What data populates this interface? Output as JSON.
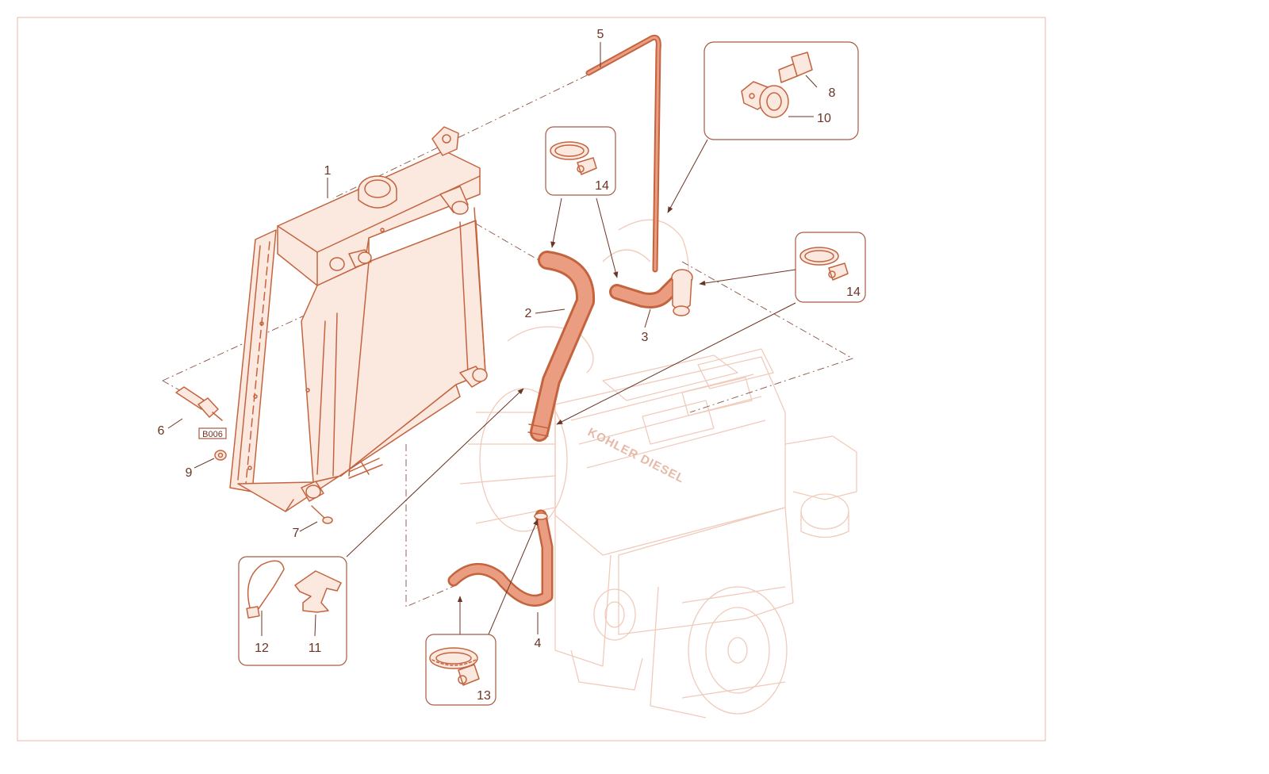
{
  "labels": {
    "p1": "1",
    "p2": "2",
    "p3": "3",
    "p4": "4",
    "p5": "5",
    "p6": "6",
    "p7": "7",
    "p8": "8",
    "p9": "9",
    "p10": "10",
    "p11": "11",
    "p12": "12",
    "p13": "13",
    "p14a": "14",
    "p14b": "14"
  },
  "sensor_code": "B006",
  "engine_brand": "KOHLER DIESEL",
  "colors": {
    "part_line": "#c4643f",
    "label_text": "#6a3524",
    "ghost_engine": "#f0cbbb",
    "frame": "#e8b8a4"
  }
}
